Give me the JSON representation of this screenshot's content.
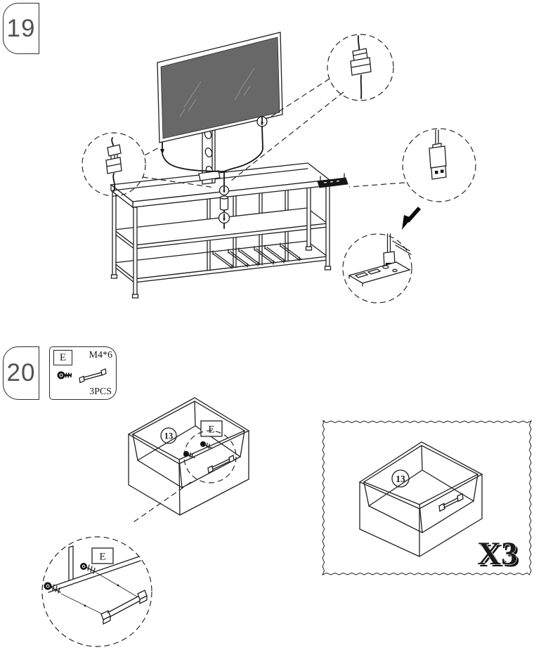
{
  "colors": {
    "line": "#1f1f1f",
    "screen": "#686868",
    "badge_text": "#515151",
    "background": "#ffffff"
  },
  "step19": {
    "number": "19"
  },
  "step20": {
    "number": "20",
    "hardware": {
      "part": "E",
      "spec": "M4*6",
      "qty": "3PCS"
    },
    "drawer": {
      "panel_number": "13",
      "part_label": "E"
    },
    "detail": {
      "part_label": "E"
    },
    "result": {
      "panel_number": "13",
      "multiplier": "X3"
    }
  }
}
